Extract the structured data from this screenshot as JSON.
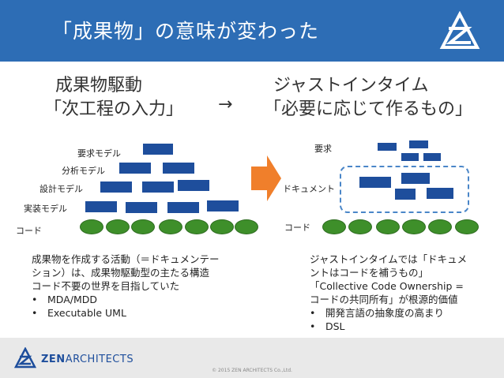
{
  "header": {
    "title": "「成果物」の意味が変わった"
  },
  "left": {
    "heading": "成果物駆動",
    "subheading": "「次工程の入力」",
    "labels": [
      "要求モデル",
      "分析モデル",
      "設計モデル",
      "実装モデル",
      "コード"
    ],
    "text": {
      "lines": [
        "成果物を作成する活動（＝ドキュメンテー",
        "ション）は、成果物駆動型の主たる構造",
        "コード不要の世界を目指していた"
      ],
      "bullets": [
        "MDA/MDD",
        "Executable UML"
      ]
    }
  },
  "middle": {
    "arrow": "→"
  },
  "right": {
    "heading": "ジャストインタイム",
    "subheading": "「必要に応じて作るもの」",
    "labels": [
      "要求",
      "ドキュメント",
      "コード"
    ],
    "text": {
      "lines": [
        "ジャストインタイムでは「ドキュメ",
        "ントはコードを補うもの」",
        "「Collective Code Ownership =",
        "コードの共同所有」が根源的価値"
      ],
      "bullets": [
        "開発言語の抽象度の高まり",
        "DSL"
      ]
    }
  },
  "footer": {
    "brand_a": "ZEN",
    "brand_b": "ARCHITECTS",
    "copyright": "© 2015 ZEN ARCHITECTS Co.,Ltd."
  },
  "colors": {
    "header": "#2d6db5",
    "box": "#1e4e9c",
    "circle": "#3e8f2a",
    "arrow": "#f07f2b",
    "dash": "#4a86c8"
  }
}
